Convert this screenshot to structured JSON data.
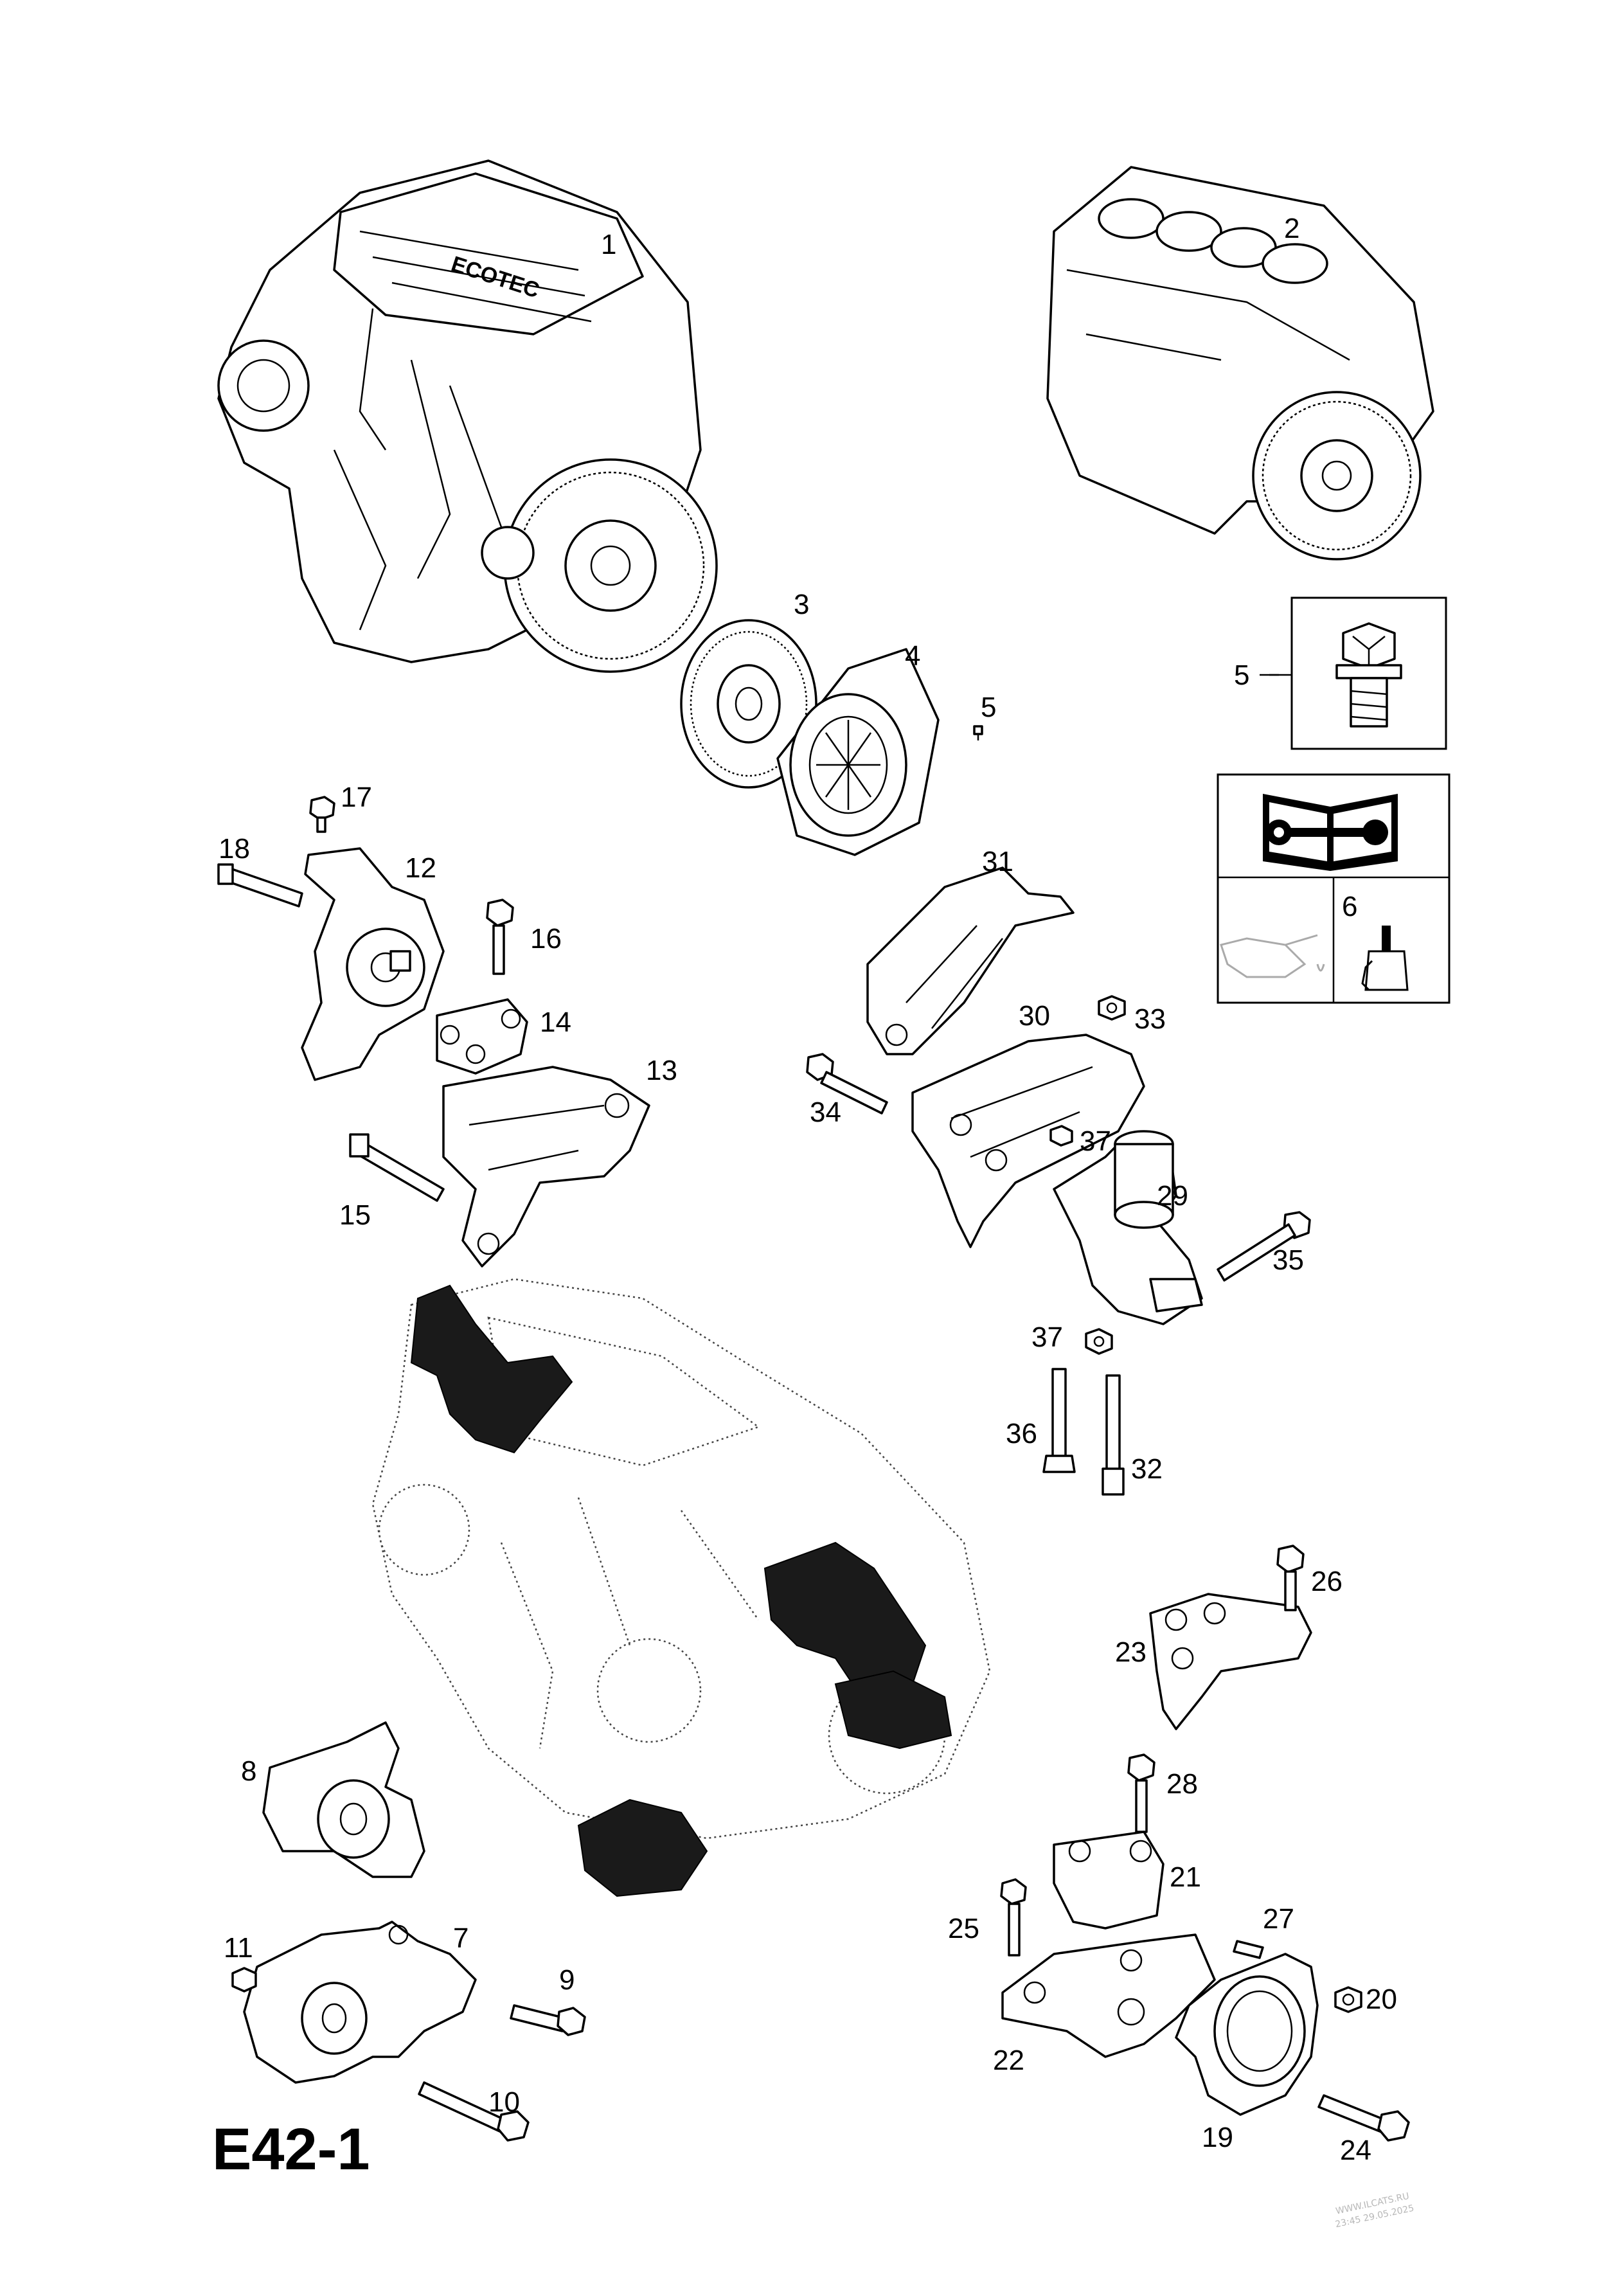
{
  "diagram_code": "E42-1",
  "watermark": [
    "WWW.ILCATS.RU",
    "23:45 29.05.2025"
  ],
  "callouts": [
    {
      "id": "1",
      "text": "1"
    },
    {
      "id": "2",
      "text": "2"
    },
    {
      "id": "3",
      "text": "3"
    },
    {
      "id": "4",
      "text": "4"
    },
    {
      "id": "5a",
      "text": "5"
    },
    {
      "id": "5b",
      "text": "5"
    },
    {
      "id": "6",
      "text": "6"
    },
    {
      "id": "7",
      "text": "7"
    },
    {
      "id": "8",
      "text": "8"
    },
    {
      "id": "9",
      "text": "9"
    },
    {
      "id": "10",
      "text": "10"
    },
    {
      "id": "11",
      "text": "11"
    },
    {
      "id": "12",
      "text": "12"
    },
    {
      "id": "13",
      "text": "13"
    },
    {
      "id": "14",
      "text": "14"
    },
    {
      "id": "15",
      "text": "15"
    },
    {
      "id": "16",
      "text": "16"
    },
    {
      "id": "17",
      "text": "17"
    },
    {
      "id": "18",
      "text": "18"
    },
    {
      "id": "19",
      "text": "19"
    },
    {
      "id": "20",
      "text": "20"
    },
    {
      "id": "21",
      "text": "21"
    },
    {
      "id": "22",
      "text": "22"
    },
    {
      "id": "23",
      "text": "23"
    },
    {
      "id": "24",
      "text": "24"
    },
    {
      "id": "25",
      "text": "25"
    },
    {
      "id": "26",
      "text": "26"
    },
    {
      "id": "27",
      "text": "27"
    },
    {
      "id": "28",
      "text": "28"
    },
    {
      "id": "29",
      "text": "29"
    },
    {
      "id": "30",
      "text": "30"
    },
    {
      "id": "31",
      "text": "31"
    },
    {
      "id": "32",
      "text": "32"
    },
    {
      "id": "33",
      "text": "33"
    },
    {
      "id": "34",
      "text": "34"
    },
    {
      "id": "35",
      "text": "35"
    },
    {
      "id": "36",
      "text": "36"
    },
    {
      "id": "37a",
      "text": "37"
    },
    {
      "id": "37b",
      "text": "37"
    }
  ]
}
